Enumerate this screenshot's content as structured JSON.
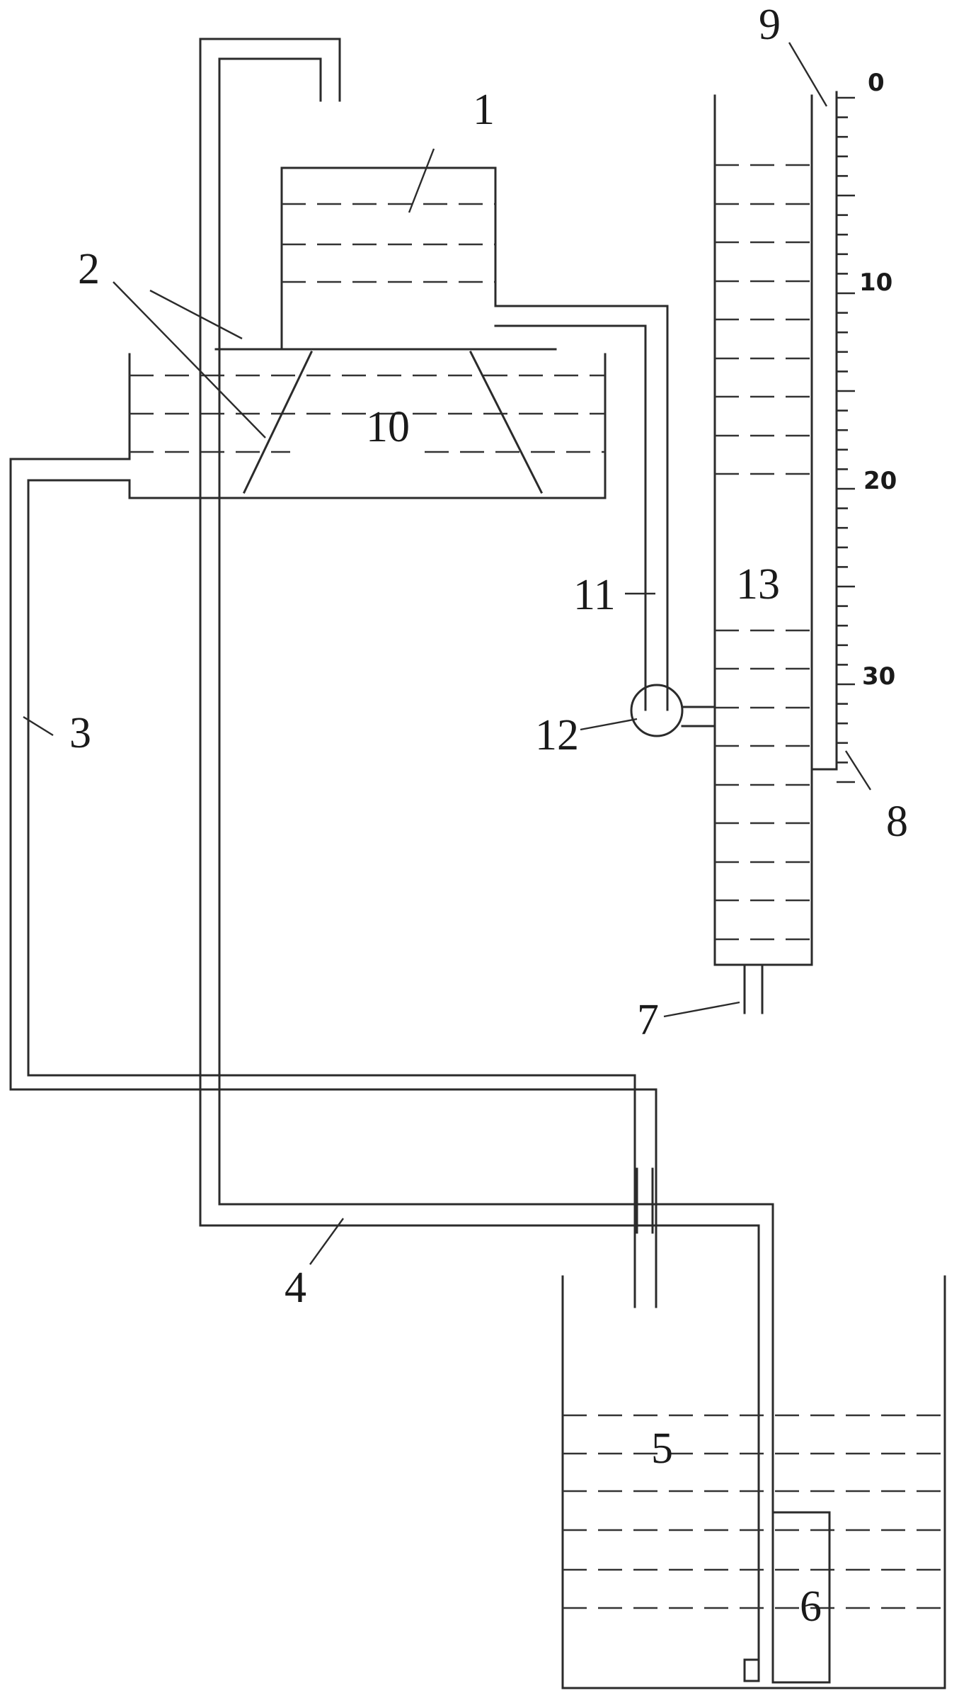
{
  "labels": {
    "l1": "1",
    "l2": "2",
    "l3": "3",
    "l4": "4",
    "l5": "5",
    "l6": "6",
    "l7": "7",
    "l8": "8",
    "l9": "9",
    "l10": "10",
    "l11": "11",
    "l12": "12",
    "l13": "13"
  },
  "scale": {
    "marks": [
      "0",
      "10",
      "20",
      "30"
    ]
  }
}
